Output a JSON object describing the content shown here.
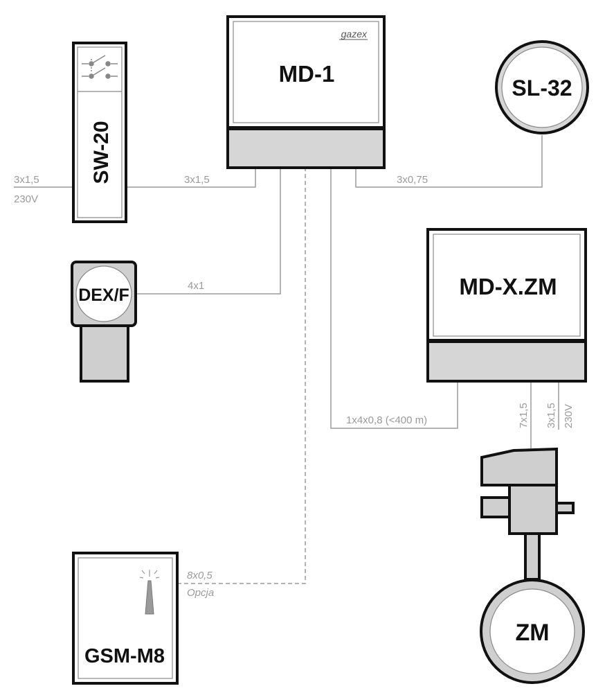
{
  "devices": {
    "md1": {
      "label": "MD-1",
      "brand": "gazex"
    },
    "sl32": {
      "label": "SL-32"
    },
    "sw20": {
      "label": "SW-20"
    },
    "dexf": {
      "label": "DEX/F"
    },
    "mdxzm": {
      "label": "MD-X.ZM"
    },
    "gsm": {
      "label": "GSM-M8"
    },
    "zm": {
      "label": "ZM"
    }
  },
  "cables": {
    "supply_cable": "3x1,5",
    "supply_voltage": "230V",
    "sw20_md1": "3x1,5",
    "md1_sl32": "3x0,75",
    "dex_md1": "4x1",
    "md1_mdxzm": "1x4x0,8 (<400 m)",
    "mdxzm_valve": "7x1,5",
    "mdxzm_supply_cable": "3x1,5",
    "mdxzm_supply_voltage": "230V",
    "gsm_cable": "8x0,5",
    "gsm_option": "Opcja"
  },
  "colors": {
    "outline": "#111111",
    "panel": "#d6d6d6",
    "wire": "#9a9a9a"
  }
}
